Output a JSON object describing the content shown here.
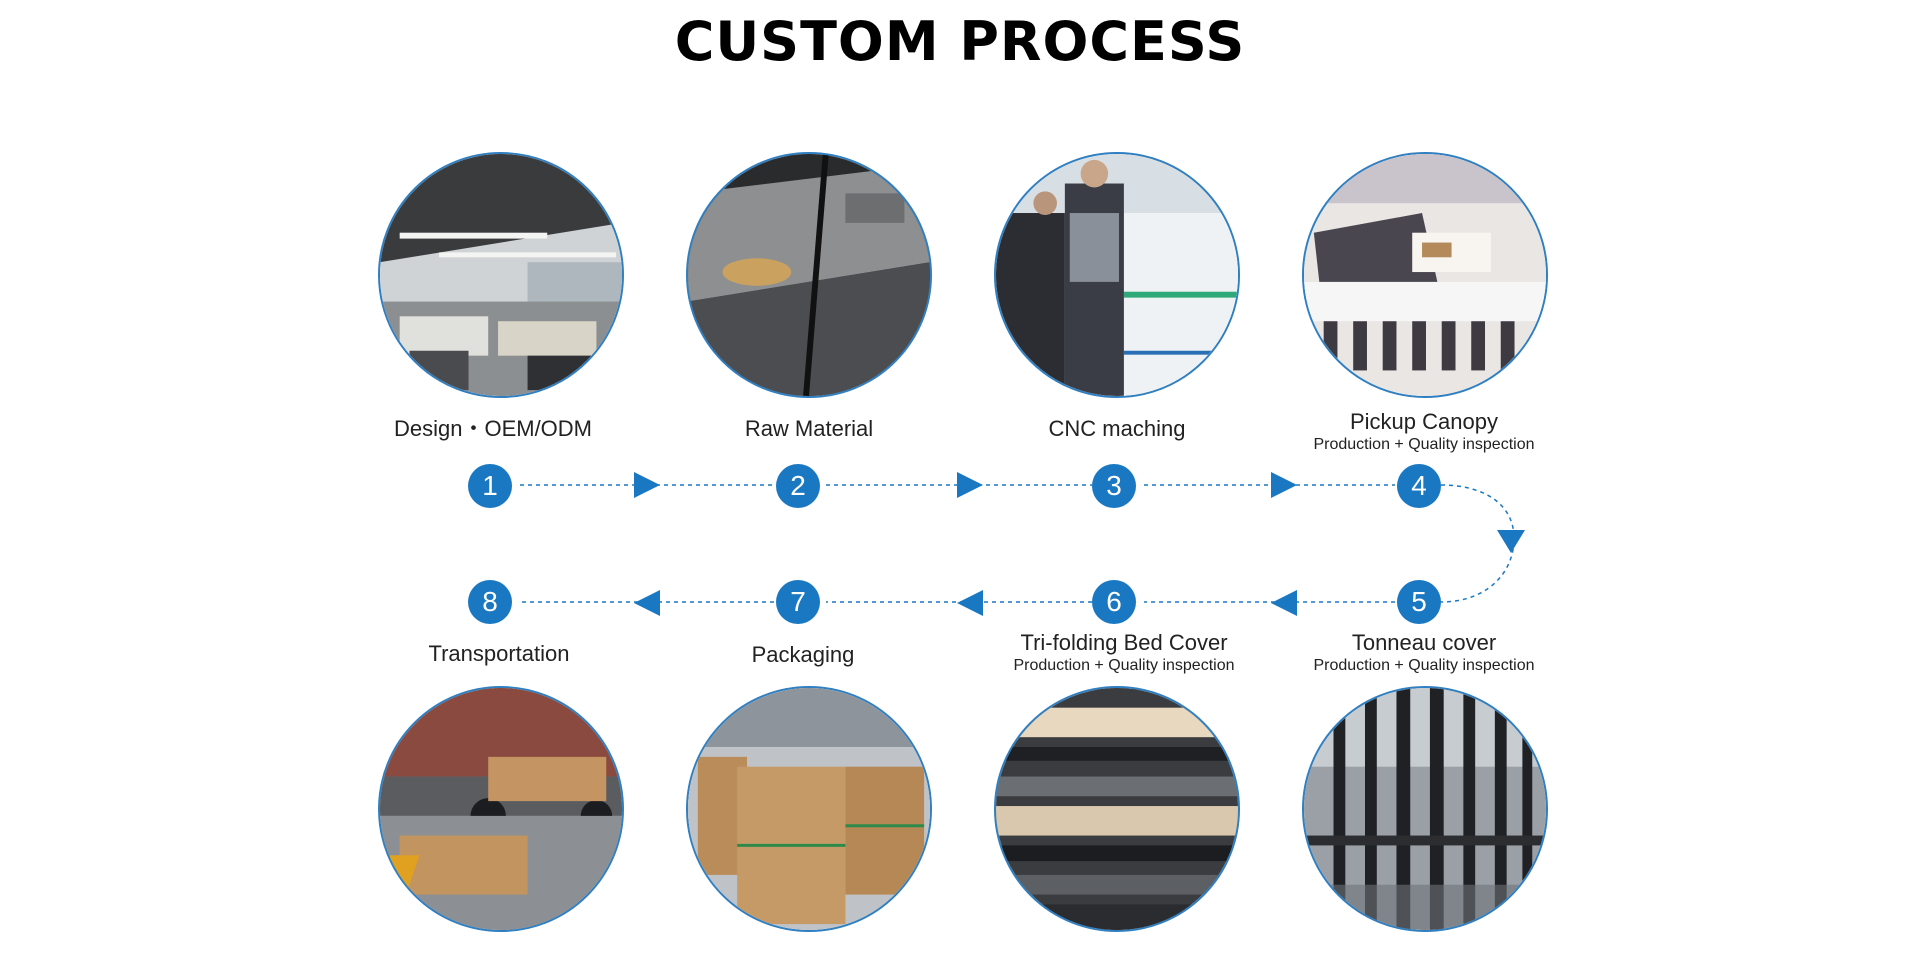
{
  "title": "CUSTOM PROCESS",
  "accent_color": "#1a78c2",
  "steps": [
    {
      "number": "1",
      "label": "Design・OEM/ODM",
      "sub": "",
      "photo": "office-photo"
    },
    {
      "number": "2",
      "label": "Raw Material",
      "sub": "",
      "photo": "metal-sheet-photo"
    },
    {
      "number": "3",
      "label": "CNC maching",
      "sub": "",
      "photo": "cnc-machine-photo"
    },
    {
      "number": "4",
      "label": "Pickup Canopy",
      "sub": "Production + Quality inspection",
      "photo": "canopy-production-photo"
    },
    {
      "number": "5",
      "label": "Tonneau cover",
      "sub": "Production + Quality inspection",
      "photo": "tonneau-rails-photo"
    },
    {
      "number": "6",
      "label": "Tri-folding Bed Cover",
      "sub": "Production + Quality inspection",
      "photo": "bed-cover-photo"
    },
    {
      "number": "7",
      "label": "Packaging",
      "sub": "",
      "photo": "packaging-boxes-photo"
    },
    {
      "number": "8",
      "label": "Transportation",
      "sub": "",
      "photo": "truck-loading-photo"
    }
  ]
}
